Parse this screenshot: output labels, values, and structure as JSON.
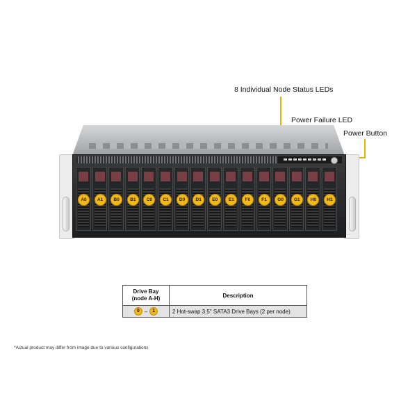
{
  "callouts": {
    "node_leds": "8 Individual  Node Status LEDs",
    "power_failure": "Power Failure LED",
    "power_button": "Power Button"
  },
  "drive_bays": [
    {
      "label": "A0"
    },
    {
      "label": "A1"
    },
    {
      "label": "B0"
    },
    {
      "label": "B1"
    },
    {
      "label": "C0"
    },
    {
      "label": "C1"
    },
    {
      "label": "D0"
    },
    {
      "label": "D1"
    },
    {
      "label": "E0"
    },
    {
      "label": "E1"
    },
    {
      "label": "F0"
    },
    {
      "label": "F1"
    },
    {
      "label": "G0"
    },
    {
      "label": "G1"
    },
    {
      "label": "H0"
    },
    {
      "label": "H1"
    }
  ],
  "table": {
    "header_bay_line1": "Drive Bay",
    "header_bay_line2": "(node A-H)",
    "header_desc": "Description",
    "row": {
      "from": "0",
      "dash": "–",
      "to": "1",
      "description": "2 Hot-swap  3.5\" SATA3  Drive  Bays (2 per node)"
    }
  },
  "disclaimer": "*Actual product may differ from image due to various configurations",
  "colors": {
    "badge": "#f3b81a",
    "callout_line": "#e8b100"
  }
}
